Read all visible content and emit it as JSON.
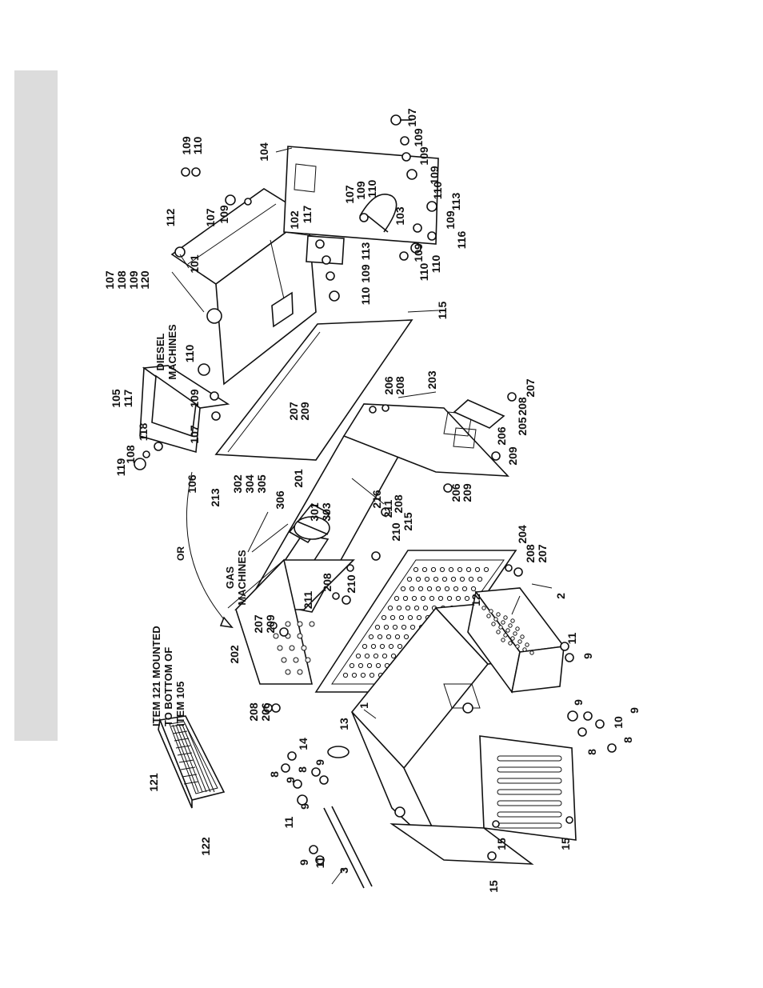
{
  "page": {
    "side_tab_color": "#dcdcdc",
    "line_color": "#111111"
  },
  "notes": {
    "item121_mount_l1": "ITEM 121 MOUNTED",
    "item121_mount_l2": "TO BOTTOM OF",
    "item121_mount_l3": "ITEM 105",
    "diesel_l1": "DIESEL",
    "diesel_l2": "MACHINES",
    "gas_l1": "GAS",
    "gas_l2": "MACHINES",
    "or": "OR"
  },
  "callouts": [
    {
      "id": "c-107-a",
      "text": "107"
    },
    {
      "id": "c-109-a",
      "text": "109"
    },
    {
      "id": "c-109-b",
      "text": "109"
    },
    {
      "id": "c-109-c",
      "text": "109"
    },
    {
      "id": "c-110-a",
      "text": "110"
    },
    {
      "id": "c-110-b",
      "text": "110"
    },
    {
      "id": "c-113-a",
      "text": "113"
    },
    {
      "id": "c-109-d",
      "text": "109"
    },
    {
      "id": "c-116",
      "text": "116"
    },
    {
      "id": "c-109-e",
      "text": "109"
    },
    {
      "id": "c-110-c",
      "text": "110"
    },
    {
      "id": "c-113-b",
      "text": "113"
    },
    {
      "id": "c-109-f",
      "text": "109"
    },
    {
      "id": "c-110-d",
      "text": "110"
    },
    {
      "id": "c-103",
      "text": "103"
    },
    {
      "id": "c-107-b",
      "text": "107"
    },
    {
      "id": "c-109-g",
      "text": "109"
    },
    {
      "id": "c-110-e",
      "text": "110"
    },
    {
      "id": "c-102",
      "text": "102"
    },
    {
      "id": "c-117-a",
      "text": "117"
    },
    {
      "id": "c-104",
      "text": "104"
    },
    {
      "id": "c-109-h",
      "text": "109"
    },
    {
      "id": "c-110-f",
      "text": "110"
    },
    {
      "id": "c-107-c",
      "text": "107"
    },
    {
      "id": "c-109-i",
      "text": "109"
    },
    {
      "id": "c-112",
      "text": "112"
    },
    {
      "id": "c-101",
      "text": "101"
    },
    {
      "id": "c-107-d",
      "text": "107"
    },
    {
      "id": "c-108-a",
      "text": "108"
    },
    {
      "id": "c-109-j",
      "text": "109"
    },
    {
      "id": "c-120",
      "text": "120"
    },
    {
      "id": "c-110-g",
      "text": "110"
    },
    {
      "id": "c-115",
      "text": "115"
    },
    {
      "id": "c-109-k",
      "text": "109"
    },
    {
      "id": "c-107-e",
      "text": "107"
    },
    {
      "id": "c-105",
      "text": "105"
    },
    {
      "id": "c-117-b",
      "text": "117"
    },
    {
      "id": "c-118",
      "text": "118"
    },
    {
      "id": "c-108-b",
      "text": "108"
    },
    {
      "id": "c-119",
      "text": "119"
    },
    {
      "id": "c-106",
      "text": "106"
    },
    {
      "id": "c-206-a",
      "text": "206"
    },
    {
      "id": "c-208-a",
      "text": "208"
    },
    {
      "id": "c-203",
      "text": "203"
    },
    {
      "id": "c-207-a",
      "text": "207"
    },
    {
      "id": "c-209-a",
      "text": "209"
    },
    {
      "id": "c-207-b",
      "text": "207"
    },
    {
      "id": "c-208-b",
      "text": "208"
    },
    {
      "id": "c-205",
      "text": "205"
    },
    {
      "id": "c-206-b",
      "text": "206"
    },
    {
      "id": "c-209-b",
      "text": "209"
    },
    {
      "id": "c-206-c",
      "text": "206"
    },
    {
      "id": "c-209-c",
      "text": "209"
    },
    {
      "id": "c-302",
      "text": "302"
    },
    {
      "id": "c-304",
      "text": "304"
    },
    {
      "id": "c-305",
      "text": "305"
    },
    {
      "id": "c-201",
      "text": "201"
    },
    {
      "id": "c-306",
      "text": "306"
    },
    {
      "id": "c-301",
      "text": "301"
    },
    {
      "id": "c-303",
      "text": "303"
    },
    {
      "id": "c-213",
      "text": "213"
    },
    {
      "id": "c-216",
      "text": "216"
    },
    {
      "id": "c-211-a",
      "text": "211"
    },
    {
      "id": "c-208-c",
      "text": "208"
    },
    {
      "id": "c-210-a",
      "text": "210"
    },
    {
      "id": "c-215",
      "text": "215"
    },
    {
      "id": "c-204",
      "text": "204"
    },
    {
      "id": "c-208-d",
      "text": "208"
    },
    {
      "id": "c-207-c",
      "text": "207"
    },
    {
      "id": "c-208-e",
      "text": "208"
    },
    {
      "id": "c-211-b",
      "text": "211"
    },
    {
      "id": "c-210-b",
      "text": "210"
    },
    {
      "id": "c-207-d",
      "text": "207"
    },
    {
      "id": "c-209-d",
      "text": "209"
    },
    {
      "id": "c-202",
      "text": "202"
    },
    {
      "id": "c-208-f",
      "text": "208"
    },
    {
      "id": "c-206-d",
      "text": "206"
    },
    {
      "id": "c-12",
      "text": "12"
    },
    {
      "id": "c-2",
      "text": "2"
    },
    {
      "id": "c-11-a",
      "text": "11"
    },
    {
      "id": "c-9-a",
      "text": "9"
    },
    {
      "id": "c-9-b",
      "text": "9"
    },
    {
      "id": "c-10",
      "text": "10"
    },
    {
      "id": "c-8-a",
      "text": "8"
    },
    {
      "id": "c-9-c",
      "text": "9"
    },
    {
      "id": "c-8-b",
      "text": "8"
    },
    {
      "id": "c-1",
      "text": "1"
    },
    {
      "id": "c-13",
      "text": "13"
    },
    {
      "id": "c-14",
      "text": "14"
    },
    {
      "id": "c-8-c",
      "text": "8"
    },
    {
      "id": "c-9-d",
      "text": "9"
    },
    {
      "id": "c-8-d",
      "text": "8"
    },
    {
      "id": "c-9-e",
      "text": "9"
    },
    {
      "id": "c-9-f",
      "text": "9"
    },
    {
      "id": "c-11-b",
      "text": "11"
    },
    {
      "id": "c-9-g",
      "text": "9"
    },
    {
      "id": "c-11-c",
      "text": "11"
    },
    {
      "id": "c-3",
      "text": "3"
    },
    {
      "id": "c-15-a",
      "text": "15"
    },
    {
      "id": "c-15-b",
      "text": "15"
    },
    {
      "id": "c-15-c",
      "text": "15"
    },
    {
      "id": "c-121",
      "text": "121"
    },
    {
      "id": "c-122",
      "text": "122"
    }
  ]
}
